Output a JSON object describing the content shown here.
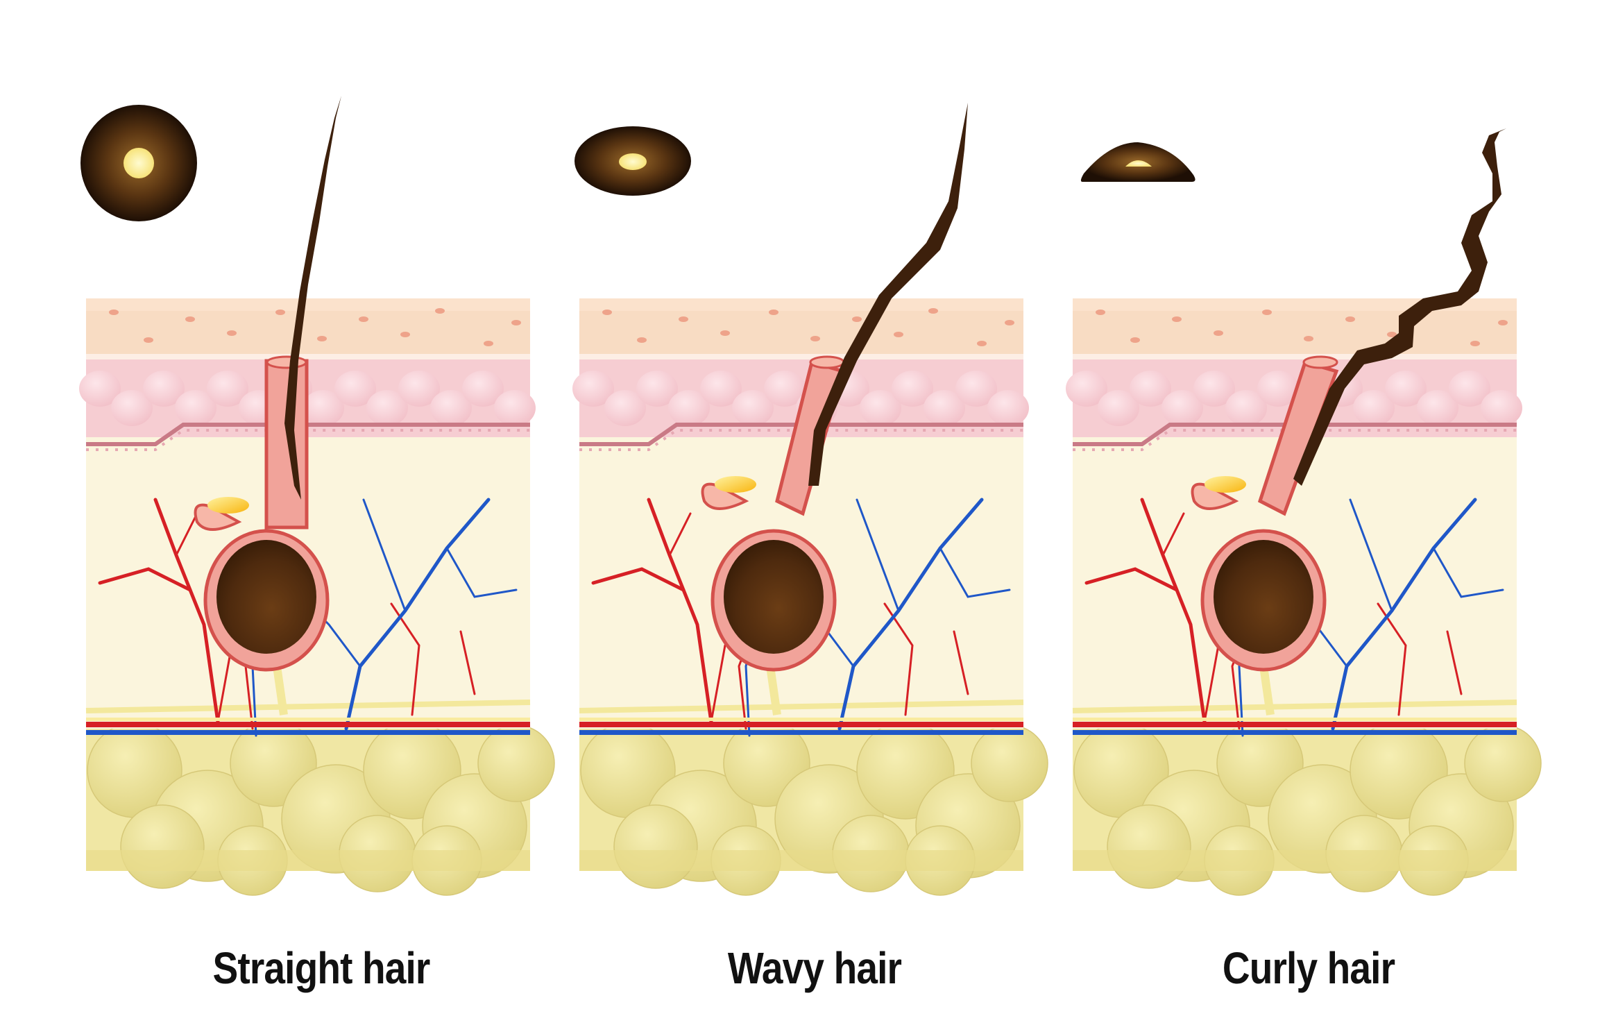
{
  "panels": [
    {
      "id": "straight",
      "label": "Straight hair",
      "cross_section_shape": "round"
    },
    {
      "id": "wavy",
      "label": "Wavy hair",
      "cross_section_shape": "oval"
    },
    {
      "id": "curly",
      "label": "Curly hair",
      "cross_section_shape": "flattened-half"
    }
  ],
  "colors": {
    "hair": "#3d200c",
    "bulb": "#5a3210",
    "sheath": "#f1a39a",
    "sheath_outline": "#d4514c",
    "epidermis": "#f8dcc3",
    "granular_layer": "#f6cdd2",
    "dermis": "#fbf5dc",
    "fat": "#ece39d",
    "artery": "#d62025",
    "vein": "#1f57c8",
    "nerve": "#f3e89c",
    "sebum": "#ffc21a"
  }
}
